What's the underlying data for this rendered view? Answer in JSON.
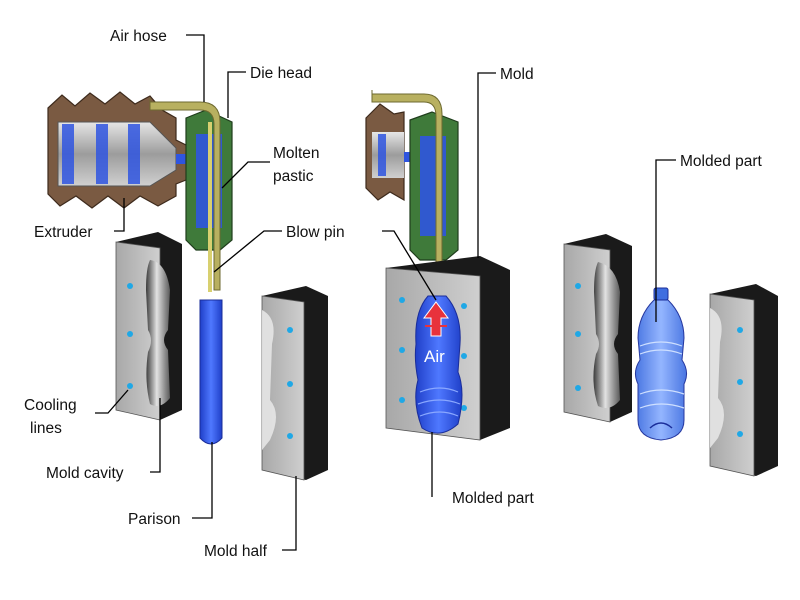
{
  "labels": {
    "air_hose": "Air hose",
    "die_head": "Die head",
    "mold": "Mold",
    "molten_plastic": [
      "Molten",
      "pastic"
    ],
    "molded_part_right": "Molded part",
    "extruder": "Extruder",
    "blow_pin": "Blow pin",
    "cooling_lines": [
      "Cooling",
      "lines"
    ],
    "mold_cavity": "Mold cavity",
    "parison": "Parison",
    "molded_part_center": "Molded part",
    "mold_half": "Mold half",
    "air": "Air"
  },
  "colors": {
    "mold_face": "#bcbcbc",
    "mold_side": "#1a1a1a",
    "die_head": "#3f7a3a",
    "extruder": "#7a5a42",
    "hose": "#b8b060",
    "plastic": "#2f55e0",
    "cooling_dot": "#1fa8e6",
    "air_arrow": "#e8323c"
  }
}
